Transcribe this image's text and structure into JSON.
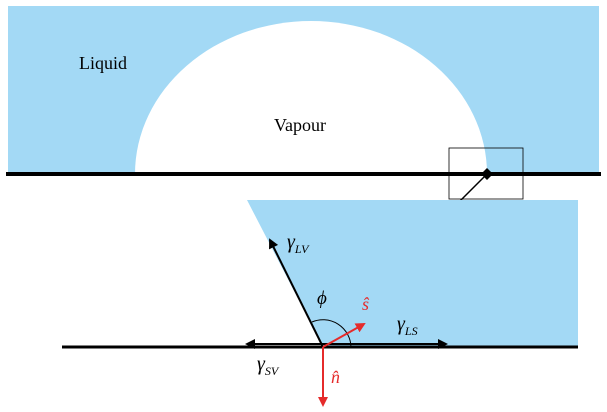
{
  "top_panel": {
    "region_liquid_label": "Liquid",
    "region_vapour_label": "Vapour",
    "liquid_color": "#a3d9f5"
  },
  "bottom_panel": {
    "gamma_lv": {
      "symbol": "γ",
      "subscript": "LV"
    },
    "gamma_ls": {
      "symbol": "γ",
      "subscript": "LS"
    },
    "gamma_sv": {
      "symbol": "γ",
      "subscript": "SV"
    },
    "angle_label": "ϕ",
    "s_hat_label": "ŝ",
    "n_hat_label": "n̂",
    "vector_color_black": "#000000",
    "vector_color_red": "#e52b2b",
    "liquid_color": "#a3d9f5"
  },
  "icons": {
    "magnifier_hand": "pointing-hand-icon",
    "contact_point_marker": "diamond-marker-icon"
  }
}
